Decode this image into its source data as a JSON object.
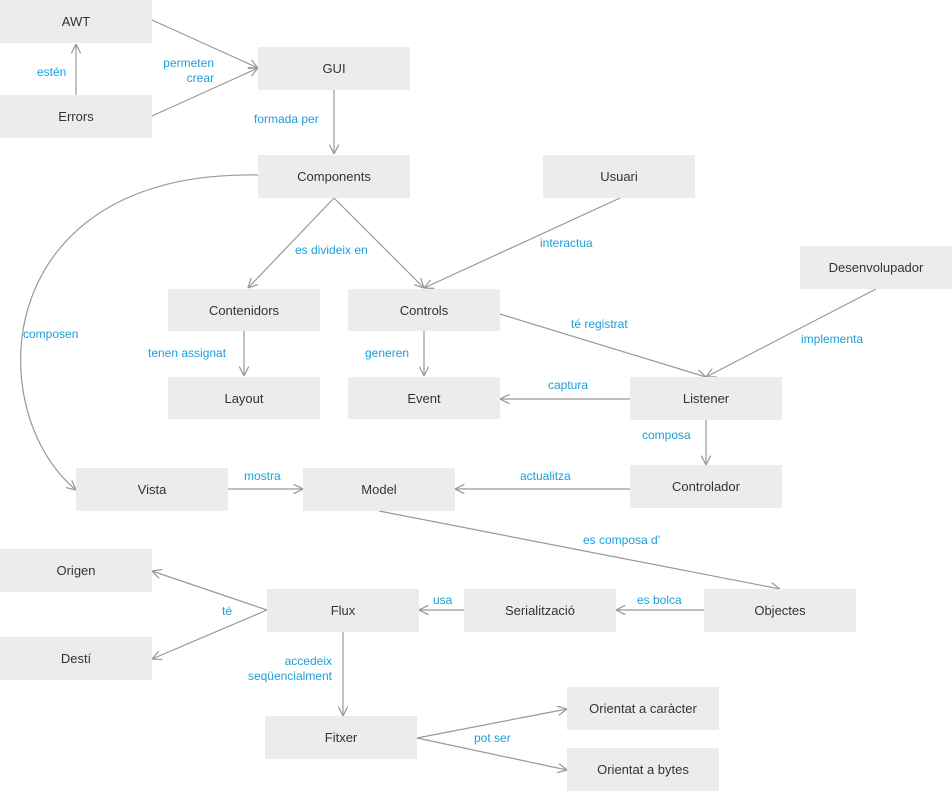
{
  "colors": {
    "node_fill": "#ececec",
    "node_text": "#333333",
    "edge": "#999999",
    "edge_label": "#1a9fd8"
  },
  "nodes": {
    "awt": "AWT",
    "errors": "Errors",
    "gui": "GUI",
    "components": "Components",
    "usuari": "Usuari",
    "desenvolupador": "Desenvolupador",
    "contenidors": "Contenidors",
    "controls": "Controls",
    "layout": "Layout",
    "event": "Event",
    "listener": "Listener",
    "vista": "Vista",
    "model": "Model",
    "controlador": "Controlador",
    "origen": "Origen",
    "desti": "Destí",
    "flux": "Flux",
    "serialitzacio": "Serialització",
    "objectes": "Objectes",
    "fitxer": "Fitxer",
    "orientat_caracter": "Orientat a caràcter",
    "orientat_bytes": "Orientat a bytes"
  },
  "edge_labels": {
    "esten": "estén",
    "permeten_crear_1": "permeten",
    "permeten_crear_2": "crear",
    "formada_per": "formada per",
    "es_divideix_en": "es divideix en",
    "interactua": "interactua",
    "composen": "composen",
    "tenen_assignat": "tenen assignat",
    "generen": "generen",
    "te_registrat": "té registrat",
    "implementa": "implementa",
    "captura": "captura",
    "composa": "composa",
    "mostra": "mostra",
    "actualitza": "actualitza",
    "es_composa_d": "es composa d'",
    "te": "té",
    "usa": "usa",
    "es_bolca": "es bolca",
    "accedeix_1": "accedeix",
    "accedeix_2": "seqüencialment",
    "pot_ser": "pot ser"
  }
}
